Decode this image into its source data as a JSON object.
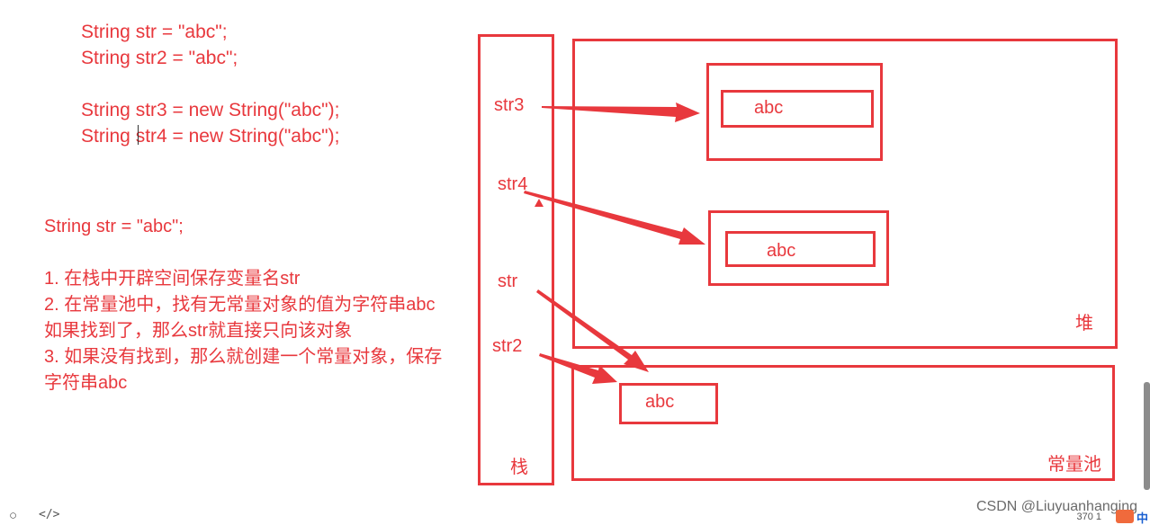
{
  "code": {
    "lines": [
      "String str = \"abc\";",
      "String str2 = \"abc\";",
      "String str3 = new String(\"abc\");",
      "String str4 = new String(\"abc\");"
    ]
  },
  "description": {
    "heading": "String str = \"abc\";",
    "lines": [
      "1. 在栈中开辟空间保存变量名str",
      "2. 在常量池中，找有无常量对象的值为字符串abc",
      "如果找到了，那么str就直接只向该对象",
      "3. 如果没有找到，那么就创建一个常量对象，保存",
      "字符串abc"
    ]
  },
  "diagram": {
    "stack": {
      "label": "栈",
      "vars": [
        "str3",
        "str4",
        "str",
        "str2"
      ]
    },
    "heap": {
      "label": "堆",
      "objects": [
        "abc",
        "abc"
      ]
    },
    "constant_pool": {
      "label": "常量池",
      "objects": [
        "abc"
      ]
    },
    "accent_color": "#e8383d"
  },
  "footer": {
    "circle_icon": "circle-icon",
    "code_icon_glyph": "</>",
    "watermark": "CSDN @Liuyuanhanging",
    "tray_text": "370 1",
    "ime_glyph": "中"
  }
}
